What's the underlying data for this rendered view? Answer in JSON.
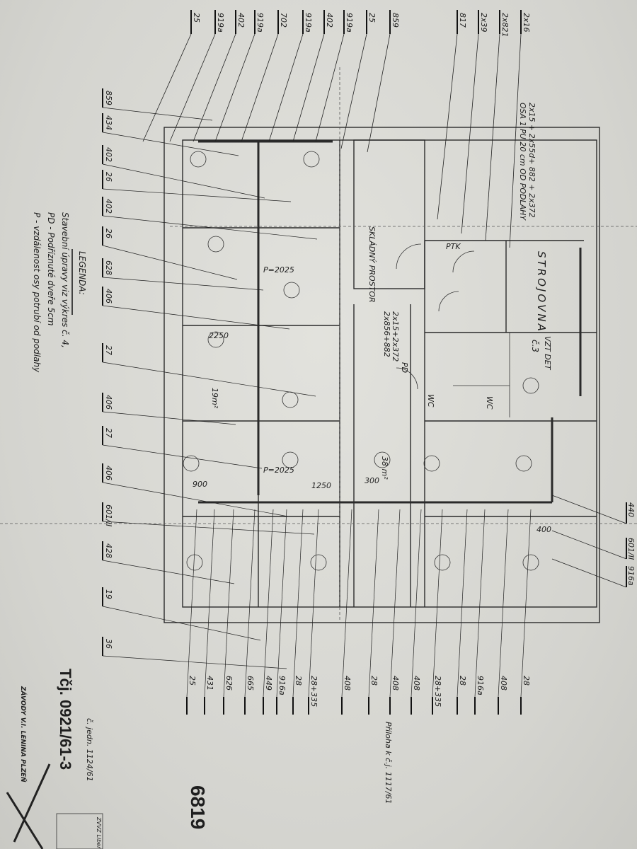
{
  "top_labels": [
    "25",
    "919a",
    "402",
    "919a",
    "702",
    "919a",
    "402",
    "919a",
    "25",
    "859",
    "817",
    "2x39",
    "2x821",
    "2x16"
  ],
  "left_labels": [
    "859",
    "434",
    "402",
    "26",
    "402",
    "26",
    "628",
    "406",
    "27",
    "406",
    "27",
    "406",
    "601/II",
    "428",
    "19",
    "36"
  ],
  "bottom_labels": [
    "25",
    "431",
    "626",
    "665",
    "449",
    "916a",
    "28",
    "28+335",
    "408",
    "28",
    "408",
    "408",
    "28+335",
    "28",
    "916a",
    "408",
    "28"
  ],
  "right_labels": [
    "440",
    "601/II",
    "916a"
  ],
  "legend": {
    "title": "LEGENDA:",
    "lines": [
      "Stavební úpravy viz výkres č. 4,",
      "PD - Podříznuté dveře 5cm",
      "P - vzdálenost osy potrubí od podlahy"
    ]
  },
  "rooms": {
    "storage": "SKLÁDNÝ PROSTOR",
    "machine_room": "STROJOVNA",
    "ptk": "PTK",
    "vzt": "VZT DET",
    "vzt_no": "č.3",
    "wc1": "WC",
    "wc2": "WC",
    "pd": "PD"
  },
  "annotations": {
    "pipe_spec_top": "2x15 + 2x55d+ 882 + 2x372",
    "pipe_spec_top2": "OSA 1 PU 20 cm OD PODLAHY",
    "pipe_spec_mid": "2x15+2x372",
    "pipe_spec_mid2": "2x856+882",
    "p1": "P=2025",
    "p2": "P=2025",
    "d1": "2250",
    "d2": "900",
    "d3": "1250",
    "d4": "300",
    "d5": "400",
    "area1": "19m²",
    "area2": "38 m²"
  },
  "stamp": {
    "ref": "Tčj. 0921/61-3",
    "jedn": "č. jedn. 1124/61",
    "priloha": "Příloha k č.j. 1117/61",
    "number": "6819",
    "company": "ZÁVODY V.I. LENINA PLZEŇ",
    "zvvz": "ZVVZ Liberec"
  }
}
